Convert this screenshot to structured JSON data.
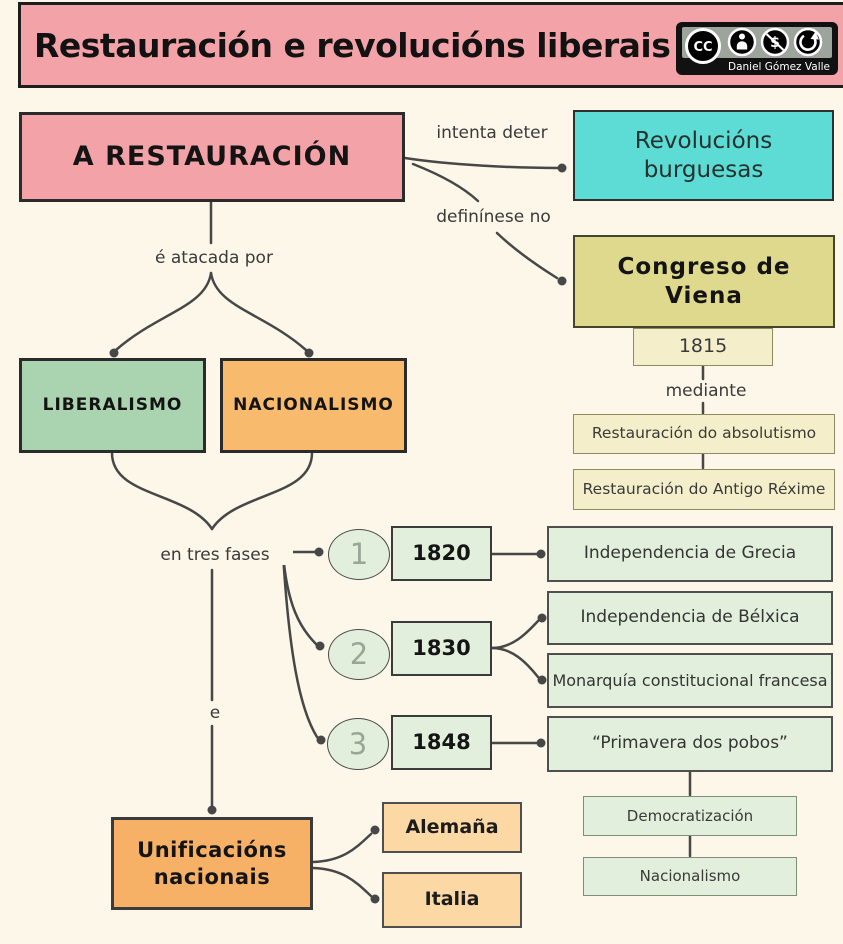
{
  "header": {
    "title": "Restauración e revolucións liberais",
    "license": {
      "cc_label": "CC",
      "icons": [
        "cc-icon",
        "attribution-person-icon",
        "noncommercial-dollar-icon",
        "sharealike-arrow-icon"
      ],
      "credit": "Daniel Gómez Valle"
    }
  },
  "nodes": {
    "restauracion": {
      "label": "A RESTAURACIÓN"
    },
    "revolucions": {
      "label": "Revolucións burguesas"
    },
    "congreso": {
      "label": "Congreso de Viena"
    },
    "y1815": {
      "label": "1815"
    },
    "absolutismo": {
      "label": "Restauración do absolutismo"
    },
    "antigo": {
      "label": "Restauración do Antigo Réxime"
    },
    "liberalismo": {
      "label": "LIBERALISMO"
    },
    "nacionalismo": {
      "label": "NACIONALISMO"
    },
    "fase1": {
      "num": "1",
      "year": "1820"
    },
    "fase2": {
      "num": "2",
      "year": "1830"
    },
    "fase3": {
      "num": "3",
      "year": "1848"
    },
    "grecia": {
      "label": "Independencia de Grecia"
    },
    "belxica": {
      "label": "Independencia de Bélxica"
    },
    "monarquia": {
      "label": "Monarquía constitucional francesa"
    },
    "primavera": {
      "label": "“Primavera dos pobos”"
    },
    "democratizacion": {
      "label": "Democratización"
    },
    "nacionalismo2": {
      "label": "Nacionalismo"
    },
    "unificacions": {
      "label": "Unificacións nacionais"
    },
    "alemana": {
      "label": "Alemaña"
    },
    "italia": {
      "label": "Italia"
    }
  },
  "edges": {
    "intenta": "intenta deter",
    "defininese": "definínese no",
    "atacada": "é atacada por",
    "mediante": "mediante",
    "fases": "en tres fases",
    "e": "e"
  },
  "colors": {
    "background": "#fcf7e8",
    "pink": "#f3a2a8",
    "cyan": "#5cdcd5",
    "khaki": "#ded98c",
    "cream_box": "#f4efca",
    "green": "#a9d4af",
    "orange": "#f8ba6c",
    "light_green": "#e2efdc",
    "peach": "#fbd8a4",
    "line": "#474747"
  }
}
